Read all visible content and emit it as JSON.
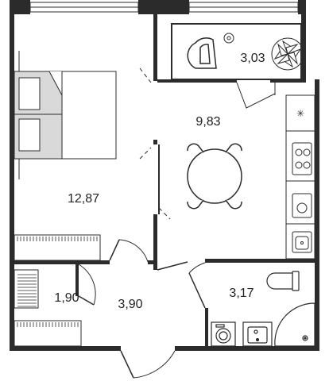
{
  "plan": {
    "rooms": [
      {
        "id": "bedroom",
        "area": "12,87"
      },
      {
        "id": "kitchen-living",
        "area": "9,83"
      },
      {
        "id": "balcony",
        "area": "3,03"
      },
      {
        "id": "storage",
        "area": "1,90"
      },
      {
        "id": "hallway",
        "area": "3,90"
      },
      {
        "id": "bathroom",
        "area": "3,17"
      }
    ]
  },
  "colors": {
    "wall": "#2b2b2b",
    "bed_pillow_fill": "#d9d9d9",
    "background": "#ffffff"
  },
  "icons": [
    "bed-icon",
    "dining-table-icon",
    "armchair-icon",
    "plant-icon",
    "stove-icon",
    "sink-icon",
    "toilet-icon",
    "shower-icon",
    "washing-machine-icon",
    "wardrobe-icon"
  ]
}
